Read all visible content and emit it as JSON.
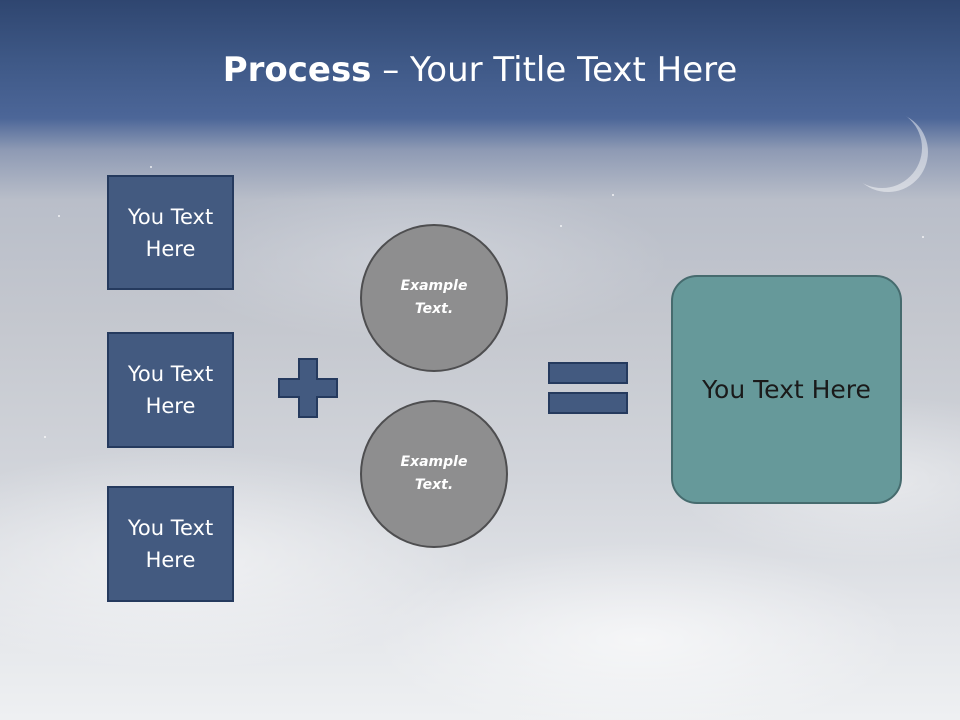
{
  "title": {
    "bold": "Process",
    "rest": " – Your Title Text Here"
  },
  "inputs": [
    {
      "text": "You Text Here"
    },
    {
      "text": "You Text Here"
    },
    {
      "text": "You Text Here"
    }
  ],
  "circles": [
    {
      "text": "Example Text."
    },
    {
      "text": "Example Text."
    }
  ],
  "result": {
    "text": "You Text Here"
  },
  "operators": {
    "plus": "plus-icon",
    "equals": "equals-icon"
  },
  "colors": {
    "box_fill": "#435a80",
    "circle_fill": "#8e8e8f",
    "result_fill": "#66999a",
    "header_band": "#3e5886"
  }
}
